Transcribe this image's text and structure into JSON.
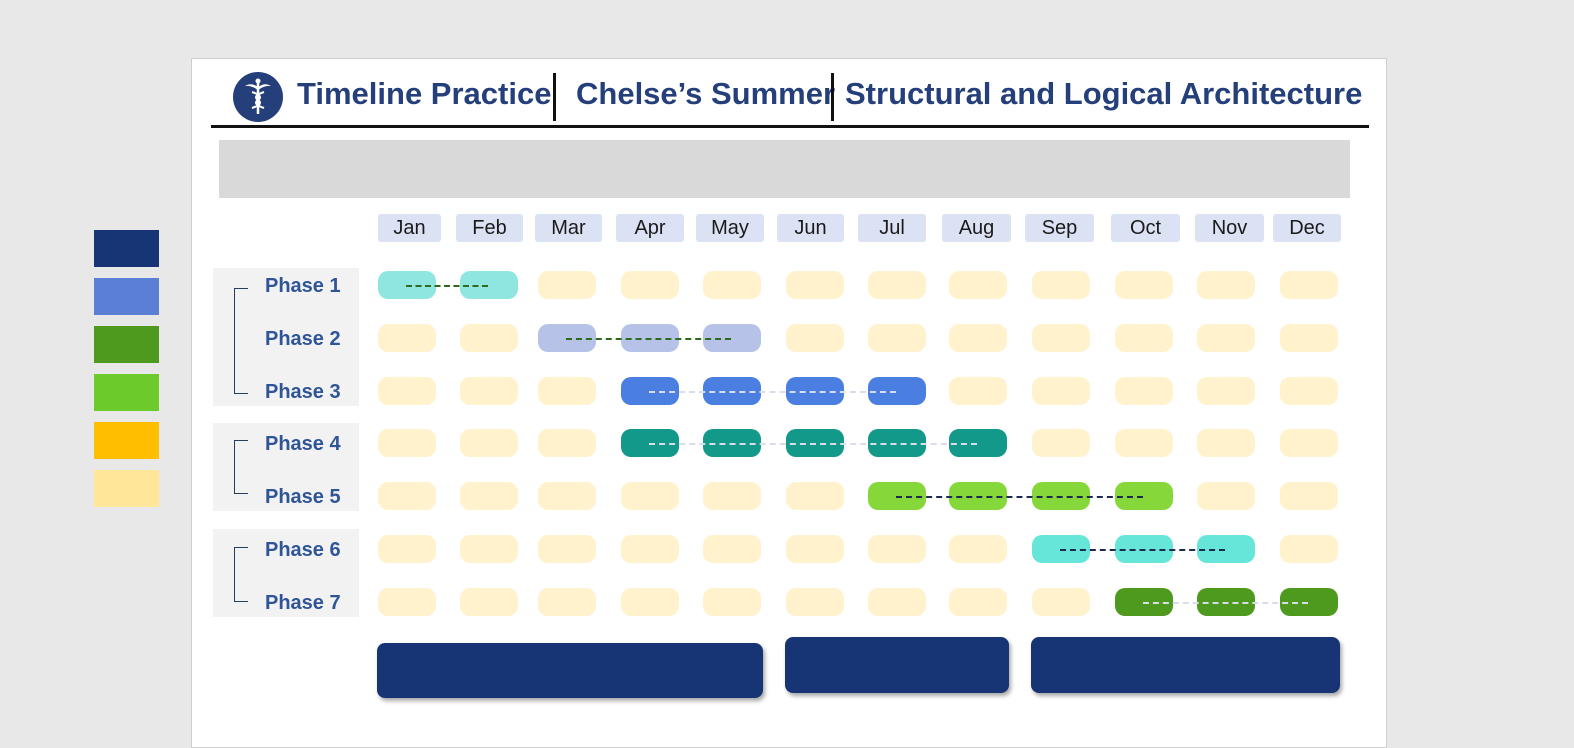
{
  "header": {
    "title_parts": [
      "Timeline Practice",
      "Chelse’s Summer",
      "Structural and Logical Architecture"
    ],
    "logo_icon": "caduceus-icon"
  },
  "legend_swatches": [
    "#173574",
    "#5b7fd4",
    "#4e9a1e",
    "#6cca2a",
    "#ffbf00",
    "#ffe699"
  ],
  "months": [
    "Jan",
    "Feb",
    "Mar",
    "Apr",
    "May",
    "Jun",
    "Jul",
    "Aug",
    "Sep",
    "Oct",
    "Nov",
    "Dec"
  ],
  "phases": [
    {
      "label": "Phase 1",
      "start": 1,
      "end": 2,
      "color": "#8fe5e0",
      "dash_color": "#2e6a1c"
    },
    {
      "label": "Phase 2",
      "start": 3,
      "end": 5,
      "color": "#b6c2e8",
      "dash_color": "#2e6a1c"
    },
    {
      "label": "Phase 3",
      "start": 4,
      "end": 7,
      "color": "#4a7ee0",
      "dash_color": "#d9dde8"
    },
    {
      "label": "Phase 4",
      "start": 4,
      "end": 8,
      "color": "#13998a",
      "dash_color": "#d9dde8"
    },
    {
      "label": "Phase 5",
      "start": 7,
      "end": 10,
      "color": "#86d73a",
      "dash_color": "#1b2a4e"
    },
    {
      "label": "Phase 6",
      "start": 9,
      "end": 11,
      "color": "#66e6d9",
      "dash_color": "#1b2a4e"
    },
    {
      "label": "Phase 7",
      "start": 10,
      "end": 12,
      "color": "#4e9a1e",
      "dash_color": "#d9dde8"
    }
  ],
  "empty_cell_color": "#fff2cc",
  "summary_blocks": [
    {
      "start": 1,
      "end": 5
    },
    {
      "start": 6,
      "end": 8
    },
    {
      "start": 9,
      "end": 12
    }
  ]
}
